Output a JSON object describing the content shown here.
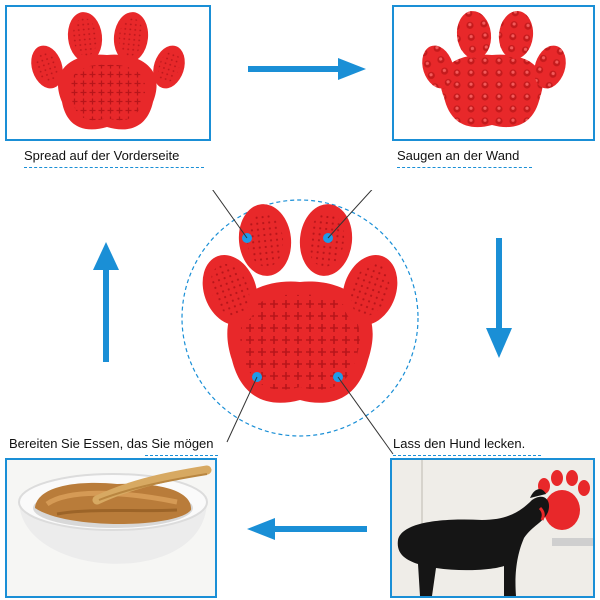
{
  "steps": [
    {
      "label": "Spread auf der Vorderseite"
    },
    {
      "label": "Saugen an der Wand"
    },
    {
      "label": "Lass den Hund lecken."
    },
    {
      "label": "Bereiten Sie Essen, das Sie mögen"
    }
  ],
  "colors": {
    "accent": "#1a8fd6",
    "paw_red": "#e8282a",
    "paw_dark": "#c41a1c",
    "dot": "#1f9be8"
  },
  "icons": [
    "paw-mat-front",
    "paw-mat-suction-back",
    "arrow-right",
    "arrow-down",
    "arrow-left",
    "arrow-up",
    "dog-photo",
    "peanut-butter-bowl"
  ]
}
